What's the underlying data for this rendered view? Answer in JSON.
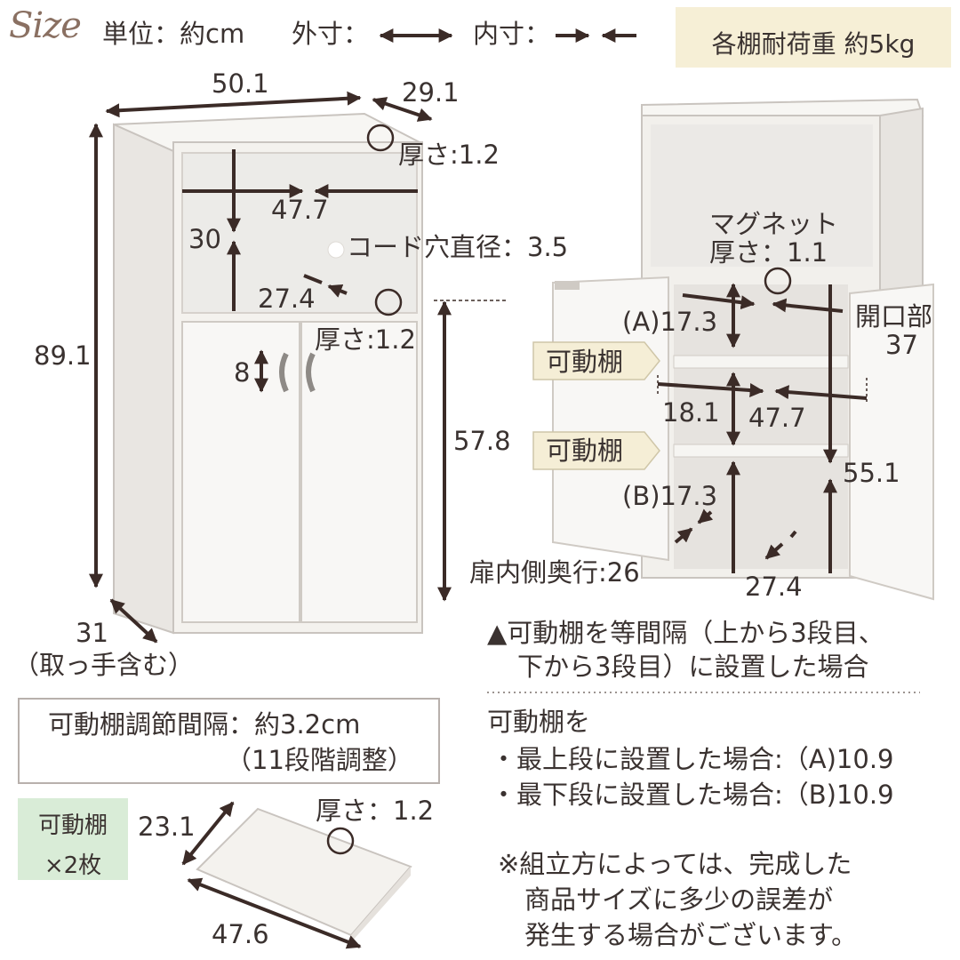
{
  "header": {
    "logo": "Size",
    "unit": "単位：約cm",
    "outer": "外寸：",
    "inner": "内寸：",
    "load": "各棚耐荷重 約5kg"
  },
  "left_view": {
    "width": "50.1",
    "depth": "29.1",
    "thickness_top": "厚さ:1.2",
    "inner_width": "47.7",
    "upper_height": "30",
    "cord_hole": "コード穴直径：3.5",
    "inner_depth": "27.4",
    "thickness_mid": "厚さ:1.2",
    "total_height": "89.1",
    "handle": "8",
    "lower_height": "57.8",
    "total_depth": "31",
    "depth_note": "（取っ手含む）"
  },
  "right_view": {
    "magnet": "マグネット",
    "magnet_thickness": "厚さ：1.1",
    "shelf_a": "(A)17.3",
    "opening_label": "開口部",
    "opening_value": "37",
    "movable_shelf_1": "可動棚",
    "side_depth": "18.1",
    "inner_width": "47.7",
    "movable_shelf_2": "可動棚",
    "inner_height": "55.1",
    "shelf_b": "(B)17.3",
    "door_depth": "扉内側奥行:26",
    "inner_depth": "27.4"
  },
  "notes": {
    "condition_1": "▲可動棚を等間隔（上から3段目、",
    "condition_2": "下から3段目）に設置した場合",
    "shelf_heading": "可動棚を",
    "top_case": "・最上段に設置した場合:（A)10.9",
    "bottom_case": "・最下段に設置した場合:（B)10.9",
    "disclaimer_1": "※組立方によっては、完成した",
    "disclaimer_2": "商品サイズに多少の誤差が",
    "disclaimer_3": "発生する場合がございます。"
  },
  "adjust": {
    "line1": "可動棚調節間隔：約3.2cm",
    "line2": "（11段階調整）"
  },
  "shelf_board": {
    "count_1": "可動棚",
    "count_2": "×2枚",
    "depth": "23.1",
    "thickness": "厚さ：1.2",
    "width": "47.6"
  },
  "colors": {
    "arrow": "#3b2b27",
    "cabinet": "#f3f1ee",
    "edge": "#c9c4bf",
    "label_bg": "#f5eed6",
    "green_bg": "#d9ecd7"
  }
}
